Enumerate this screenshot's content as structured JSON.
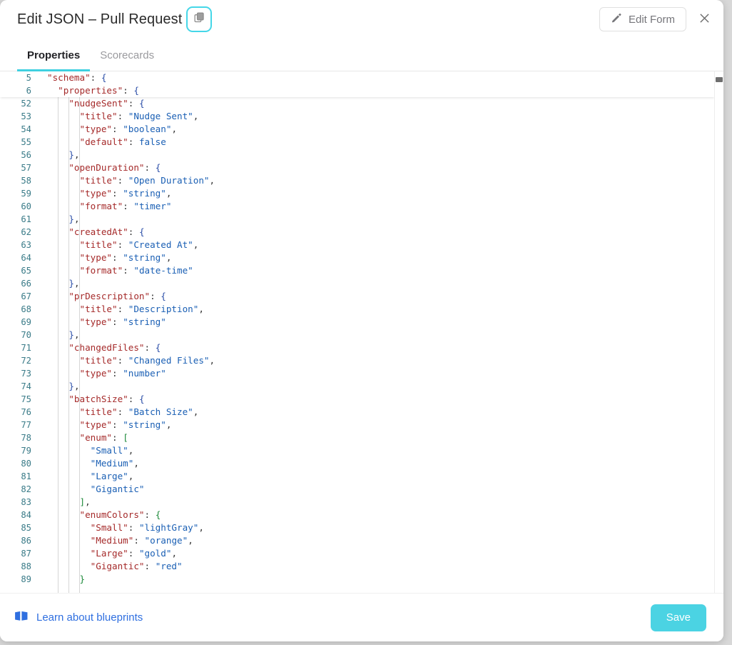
{
  "header": {
    "title": "Edit JSON – Pull Request",
    "copy_icon": "copy-icon",
    "edit_form_label": "Edit Form",
    "pencil_icon": "pencil-icon",
    "close_icon": "close-icon"
  },
  "tabs": [
    {
      "label": "Properties",
      "active": true
    },
    {
      "label": "Scorecards",
      "active": false
    }
  ],
  "editor": {
    "sticky_lines": [
      {
        "num": "5",
        "indent": 0,
        "tokens": [
          {
            "t": "key",
            "v": "\"schema\""
          },
          {
            "t": "punc",
            "v": ":"
          },
          {
            "t": "sp",
            "v": " "
          },
          {
            "t": "brace",
            "v": "{"
          }
        ]
      },
      {
        "num": "6",
        "indent": 1,
        "tokens": [
          {
            "t": "key",
            "v": "\"properties\""
          },
          {
            "t": "punc",
            "v": ":"
          },
          {
            "t": "sp",
            "v": " "
          },
          {
            "t": "brace",
            "v": "{"
          }
        ]
      }
    ],
    "lines": [
      {
        "num": "52",
        "indent": 2,
        "tokens": [
          {
            "t": "key",
            "v": "\"nudgeSent\""
          },
          {
            "t": "punc",
            "v": ":"
          },
          {
            "t": "sp",
            "v": " "
          },
          {
            "t": "brace",
            "v": "{"
          }
        ]
      },
      {
        "num": "53",
        "indent": 3,
        "tokens": [
          {
            "t": "key",
            "v": "\"title\""
          },
          {
            "t": "punc",
            "v": ":"
          },
          {
            "t": "sp",
            "v": " "
          },
          {
            "t": "str",
            "v": "\"Nudge Sent\""
          },
          {
            "t": "punc",
            "v": ","
          }
        ]
      },
      {
        "num": "54",
        "indent": 3,
        "tokens": [
          {
            "t": "key",
            "v": "\"type\""
          },
          {
            "t": "punc",
            "v": ":"
          },
          {
            "t": "sp",
            "v": " "
          },
          {
            "t": "str",
            "v": "\"boolean\""
          },
          {
            "t": "punc",
            "v": ","
          }
        ]
      },
      {
        "num": "55",
        "indent": 3,
        "tokens": [
          {
            "t": "key",
            "v": "\"default\""
          },
          {
            "t": "punc",
            "v": ":"
          },
          {
            "t": "sp",
            "v": " "
          },
          {
            "t": "bool",
            "v": "false"
          }
        ]
      },
      {
        "num": "56",
        "indent": 2,
        "tokens": [
          {
            "t": "brace",
            "v": "}"
          },
          {
            "t": "punc",
            "v": ","
          }
        ]
      },
      {
        "num": "57",
        "indent": 2,
        "tokens": [
          {
            "t": "key",
            "v": "\"openDuration\""
          },
          {
            "t": "punc",
            "v": ":"
          },
          {
            "t": "sp",
            "v": " "
          },
          {
            "t": "brace",
            "v": "{"
          }
        ]
      },
      {
        "num": "58",
        "indent": 3,
        "tokens": [
          {
            "t": "key",
            "v": "\"title\""
          },
          {
            "t": "punc",
            "v": ":"
          },
          {
            "t": "sp",
            "v": " "
          },
          {
            "t": "str",
            "v": "\"Open Duration\""
          },
          {
            "t": "punc",
            "v": ","
          }
        ]
      },
      {
        "num": "59",
        "indent": 3,
        "tokens": [
          {
            "t": "key",
            "v": "\"type\""
          },
          {
            "t": "punc",
            "v": ":"
          },
          {
            "t": "sp",
            "v": " "
          },
          {
            "t": "str",
            "v": "\"string\""
          },
          {
            "t": "punc",
            "v": ","
          }
        ]
      },
      {
        "num": "60",
        "indent": 3,
        "tokens": [
          {
            "t": "key",
            "v": "\"format\""
          },
          {
            "t": "punc",
            "v": ":"
          },
          {
            "t": "sp",
            "v": " "
          },
          {
            "t": "str",
            "v": "\"timer\""
          }
        ]
      },
      {
        "num": "61",
        "indent": 2,
        "tokens": [
          {
            "t": "brace",
            "v": "}"
          },
          {
            "t": "punc",
            "v": ","
          }
        ]
      },
      {
        "num": "62",
        "indent": 2,
        "tokens": [
          {
            "t": "key",
            "v": "\"createdAt\""
          },
          {
            "t": "punc",
            "v": ":"
          },
          {
            "t": "sp",
            "v": " "
          },
          {
            "t": "brace",
            "v": "{"
          }
        ]
      },
      {
        "num": "63",
        "indent": 3,
        "tokens": [
          {
            "t": "key",
            "v": "\"title\""
          },
          {
            "t": "punc",
            "v": ":"
          },
          {
            "t": "sp",
            "v": " "
          },
          {
            "t": "str",
            "v": "\"Created At\""
          },
          {
            "t": "punc",
            "v": ","
          }
        ]
      },
      {
        "num": "64",
        "indent": 3,
        "tokens": [
          {
            "t": "key",
            "v": "\"type\""
          },
          {
            "t": "punc",
            "v": ":"
          },
          {
            "t": "sp",
            "v": " "
          },
          {
            "t": "str",
            "v": "\"string\""
          },
          {
            "t": "punc",
            "v": ","
          }
        ]
      },
      {
        "num": "65",
        "indent": 3,
        "tokens": [
          {
            "t": "key",
            "v": "\"format\""
          },
          {
            "t": "punc",
            "v": ":"
          },
          {
            "t": "sp",
            "v": " "
          },
          {
            "t": "str",
            "v": "\"date-time\""
          }
        ]
      },
      {
        "num": "66",
        "indent": 2,
        "tokens": [
          {
            "t": "brace",
            "v": "}"
          },
          {
            "t": "punc",
            "v": ","
          }
        ]
      },
      {
        "num": "67",
        "indent": 2,
        "tokens": [
          {
            "t": "key",
            "v": "\"prDescription\""
          },
          {
            "t": "punc",
            "v": ":"
          },
          {
            "t": "sp",
            "v": " "
          },
          {
            "t": "brace",
            "v": "{"
          }
        ]
      },
      {
        "num": "68",
        "indent": 3,
        "tokens": [
          {
            "t": "key",
            "v": "\"title\""
          },
          {
            "t": "punc",
            "v": ":"
          },
          {
            "t": "sp",
            "v": " "
          },
          {
            "t": "str",
            "v": "\"Description\""
          },
          {
            "t": "punc",
            "v": ","
          }
        ]
      },
      {
        "num": "69",
        "indent": 3,
        "tokens": [
          {
            "t": "key",
            "v": "\"type\""
          },
          {
            "t": "punc",
            "v": ":"
          },
          {
            "t": "sp",
            "v": " "
          },
          {
            "t": "str",
            "v": "\"string\""
          }
        ]
      },
      {
        "num": "70",
        "indent": 2,
        "tokens": [
          {
            "t": "brace",
            "v": "}"
          },
          {
            "t": "punc",
            "v": ","
          }
        ]
      },
      {
        "num": "71",
        "indent": 2,
        "tokens": [
          {
            "t": "key",
            "v": "\"changedFiles\""
          },
          {
            "t": "punc",
            "v": ":"
          },
          {
            "t": "sp",
            "v": " "
          },
          {
            "t": "brace",
            "v": "{"
          }
        ]
      },
      {
        "num": "72",
        "indent": 3,
        "tokens": [
          {
            "t": "key",
            "v": "\"title\""
          },
          {
            "t": "punc",
            "v": ":"
          },
          {
            "t": "sp",
            "v": " "
          },
          {
            "t": "str",
            "v": "\"Changed Files\""
          },
          {
            "t": "punc",
            "v": ","
          }
        ]
      },
      {
        "num": "73",
        "indent": 3,
        "tokens": [
          {
            "t": "key",
            "v": "\"type\""
          },
          {
            "t": "punc",
            "v": ":"
          },
          {
            "t": "sp",
            "v": " "
          },
          {
            "t": "str",
            "v": "\"number\""
          }
        ]
      },
      {
        "num": "74",
        "indent": 2,
        "tokens": [
          {
            "t": "brace",
            "v": "}"
          },
          {
            "t": "punc",
            "v": ","
          }
        ]
      },
      {
        "num": "75",
        "indent": 2,
        "tokens": [
          {
            "t": "key",
            "v": "\"batchSize\""
          },
          {
            "t": "punc",
            "v": ":"
          },
          {
            "t": "sp",
            "v": " "
          },
          {
            "t": "brace",
            "v": "{"
          }
        ]
      },
      {
        "num": "76",
        "indent": 3,
        "tokens": [
          {
            "t": "key",
            "v": "\"title\""
          },
          {
            "t": "punc",
            "v": ":"
          },
          {
            "t": "sp",
            "v": " "
          },
          {
            "t": "str",
            "v": "\"Batch Size\""
          },
          {
            "t": "punc",
            "v": ","
          }
        ]
      },
      {
        "num": "77",
        "indent": 3,
        "tokens": [
          {
            "t": "key",
            "v": "\"type\""
          },
          {
            "t": "punc",
            "v": ":"
          },
          {
            "t": "sp",
            "v": " "
          },
          {
            "t": "str",
            "v": "\"string\""
          },
          {
            "t": "punc",
            "v": ","
          }
        ]
      },
      {
        "num": "78",
        "indent": 3,
        "tokens": [
          {
            "t": "key",
            "v": "\"enum\""
          },
          {
            "t": "punc",
            "v": ":"
          },
          {
            "t": "sp",
            "v": " "
          },
          {
            "t": "brk",
            "v": "["
          }
        ]
      },
      {
        "num": "79",
        "indent": 4,
        "tokens": [
          {
            "t": "str",
            "v": "\"Small\""
          },
          {
            "t": "punc",
            "v": ","
          }
        ]
      },
      {
        "num": "80",
        "indent": 4,
        "tokens": [
          {
            "t": "str",
            "v": "\"Medium\""
          },
          {
            "t": "punc",
            "v": ","
          }
        ]
      },
      {
        "num": "81",
        "indent": 4,
        "tokens": [
          {
            "t": "str",
            "v": "\"Large\""
          },
          {
            "t": "punc",
            "v": ","
          }
        ]
      },
      {
        "num": "82",
        "indent": 4,
        "tokens": [
          {
            "t": "str",
            "v": "\"Gigantic\""
          }
        ]
      },
      {
        "num": "83",
        "indent": 3,
        "tokens": [
          {
            "t": "brk",
            "v": "]"
          },
          {
            "t": "punc",
            "v": ","
          }
        ]
      },
      {
        "num": "84",
        "indent": 3,
        "tokens": [
          {
            "t": "key",
            "v": "\"enumColors\""
          },
          {
            "t": "punc",
            "v": ":"
          },
          {
            "t": "sp",
            "v": " "
          },
          {
            "t": "brk",
            "v": "{"
          }
        ]
      },
      {
        "num": "85",
        "indent": 4,
        "tokens": [
          {
            "t": "key",
            "v": "\"Small\""
          },
          {
            "t": "punc",
            "v": ":"
          },
          {
            "t": "sp",
            "v": " "
          },
          {
            "t": "str",
            "v": "\"lightGray\""
          },
          {
            "t": "punc",
            "v": ","
          }
        ]
      },
      {
        "num": "86",
        "indent": 4,
        "tokens": [
          {
            "t": "key",
            "v": "\"Medium\""
          },
          {
            "t": "punc",
            "v": ":"
          },
          {
            "t": "sp",
            "v": " "
          },
          {
            "t": "str",
            "v": "\"orange\""
          },
          {
            "t": "punc",
            "v": ","
          }
        ]
      },
      {
        "num": "87",
        "indent": 4,
        "tokens": [
          {
            "t": "key",
            "v": "\"Large\""
          },
          {
            "t": "punc",
            "v": ":"
          },
          {
            "t": "sp",
            "v": " "
          },
          {
            "t": "str",
            "v": "\"gold\""
          },
          {
            "t": "punc",
            "v": ","
          }
        ]
      },
      {
        "num": "88",
        "indent": 4,
        "tokens": [
          {
            "t": "key",
            "v": "\"Gigantic\""
          },
          {
            "t": "punc",
            "v": ":"
          },
          {
            "t": "sp",
            "v": " "
          },
          {
            "t": "str",
            "v": "\"red\""
          }
        ]
      },
      {
        "num": "89",
        "indent": 3,
        "tokens": [
          {
            "t": "brk",
            "v": "}"
          }
        ]
      }
    ]
  },
  "footer": {
    "learn_label": "Learn about blueprints",
    "book_icon": "book-icon",
    "save_label": "Save"
  },
  "colors": {
    "accent": "#4bd3e3",
    "link": "#2f6fe0",
    "key": "#a52a2a",
    "string": "#1a5fb4",
    "brace": "#2b4ea8",
    "bracket": "#1d8a3a",
    "linenum": "#3a7b88"
  }
}
